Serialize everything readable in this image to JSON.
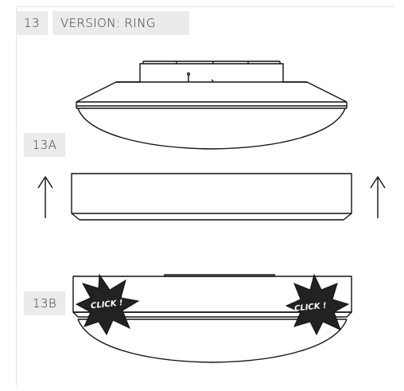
{
  "header": {
    "step_number": "13",
    "title": "VERSION: RING"
  },
  "steps": {
    "a_label": "13A",
    "b_label": "13B"
  },
  "callouts": {
    "click_left": "CLICK !",
    "click_right": "CLICK !"
  },
  "colors": {
    "label_bg": "#ebebeb",
    "line": "#111111",
    "frame": "#e4e4e4",
    "burst": "#222222"
  }
}
